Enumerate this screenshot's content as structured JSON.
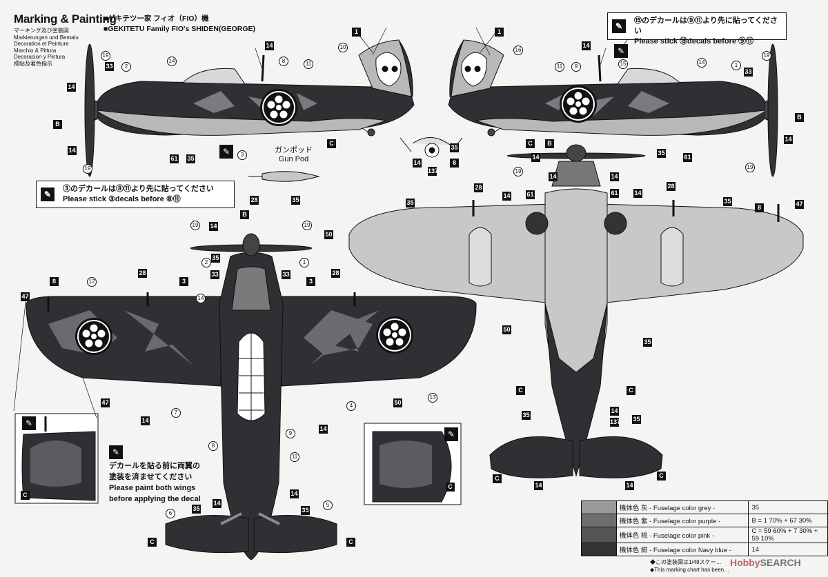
{
  "title": "Marking & Painting",
  "title_langs": [
    "マーキング及び塗装図",
    "Markierungen und Bemalu",
    "Decoration et Peinture",
    "Marchio & Pittura",
    "Decoracion y Pintura",
    "標貼及著色指示"
  ],
  "header": {
    "line1": "■ゲキテツ一家 フィオ（FIO）機",
    "line2": "■GEKITETU Family FIO's SHIDEN(GEORGE)"
  },
  "notes": {
    "top_right_ja": "⑮のデカールは⑨⑪より先に貼ってください",
    "top_right_en": "Please stick ⑮decals before ⑨⑪",
    "left_ja": "③のデカールは⑧⑪より先に貼ってください",
    "left_en": "Please stick ③decals before ⑧⑪",
    "wing_ja1": "デカールを貼る前に両翼の",
    "wing_ja2": "塗装を済ませてください",
    "wing_en1": "Please paint both wings",
    "wing_en2": "before applying the decal"
  },
  "gun_pod": {
    "ja": "ガンポッド",
    "en": "Gun Pod"
  },
  "legend": [
    {
      "ja": "機体色 灰",
      "en": "- Fuselage color grey -",
      "code": "35",
      "swatch": "#9a9a9a"
    },
    {
      "ja": "機体色 紫",
      "en": "- Fuselage color purple -",
      "code": "B = 1 70% + 67 30%",
      "swatch": "#6e6e6e"
    },
    {
      "ja": "機体色 桃",
      "en": "- Fuselage color pink -",
      "code": "C = 59 60% + 7 30% + 59 10%",
      "swatch": "#555555"
    },
    {
      "ja": "機体色 紺",
      "en": "- Fuselage color Navy blue -",
      "code": "14",
      "swatch": "#333333"
    }
  ],
  "footer": {
    "line1": "◆この塗装図は1/48スケー…",
    "line2": "◆This marking chart has been…"
  },
  "watermark": {
    "a": "Hobby",
    "b": "SEARCH"
  },
  "colors": {
    "navy": "#2f2f34",
    "purple": "#5b5b62",
    "pink": "#8c8c90",
    "grey": "#b8b8b8",
    "ink": "#111111"
  }
}
